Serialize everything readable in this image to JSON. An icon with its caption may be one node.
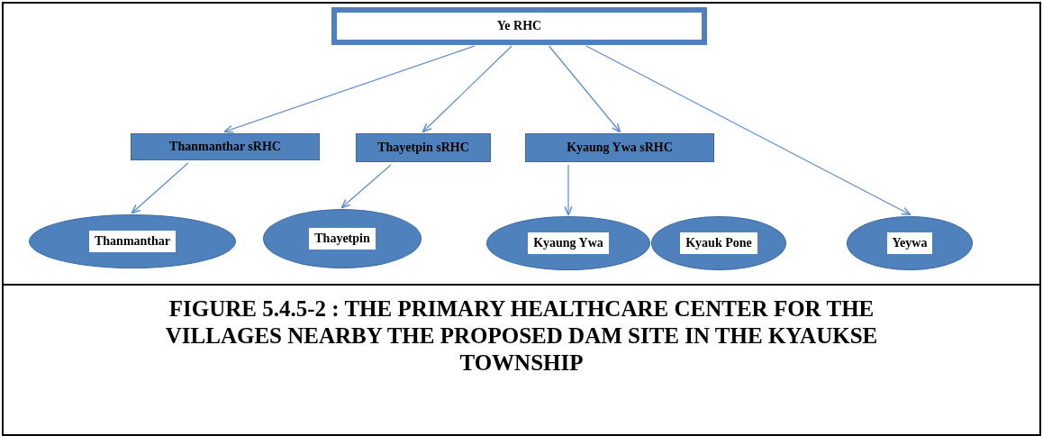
{
  "diagram": {
    "caption": "FIGURE 5.4.5-2 : THE PRIMARY HEALTHCARE CENTER FOR THE VILLAGES NEARBY THE PROPOSED DAM SITE IN THE KYAUKSE TOWNSHIP",
    "nodes": [
      {
        "text": [
          "Ye RHC"
        ]
      },
      {
        "text": [
          "Thanmanthar sRHC"
        ]
      },
      {
        "text": [
          "Thayetpin sRHC"
        ]
      },
      {
        "text": [
          "Kyaung Ywa sRHC"
        ]
      },
      {
        "text": [
          "Thanmanthar"
        ]
      },
      {
        "text": [
          "Thayetpin"
        ]
      },
      {
        "text": [
          "Kyaung Ywa"
        ]
      },
      {
        "text": [
          "Kyauk Pone"
        ]
      },
      {
        "text": [
          "Yeywa"
        ]
      }
    ],
    "edges": [
      {
        "from": 0,
        "to": 1,
        "arrow": "to"
      },
      {
        "from": 0,
        "to": 2,
        "arrow": "to"
      },
      {
        "from": 0,
        "to": 3,
        "arrow": "to"
      },
      {
        "from": 0,
        "to": 8,
        "arrow": "to"
      },
      {
        "from": 1,
        "to": 4,
        "arrow": "to"
      },
      {
        "from": 2,
        "to": 5,
        "arrow": "to"
      },
      {
        "from": 3,
        "to": 6,
        "arrow": "to"
      }
    ]
  }
}
